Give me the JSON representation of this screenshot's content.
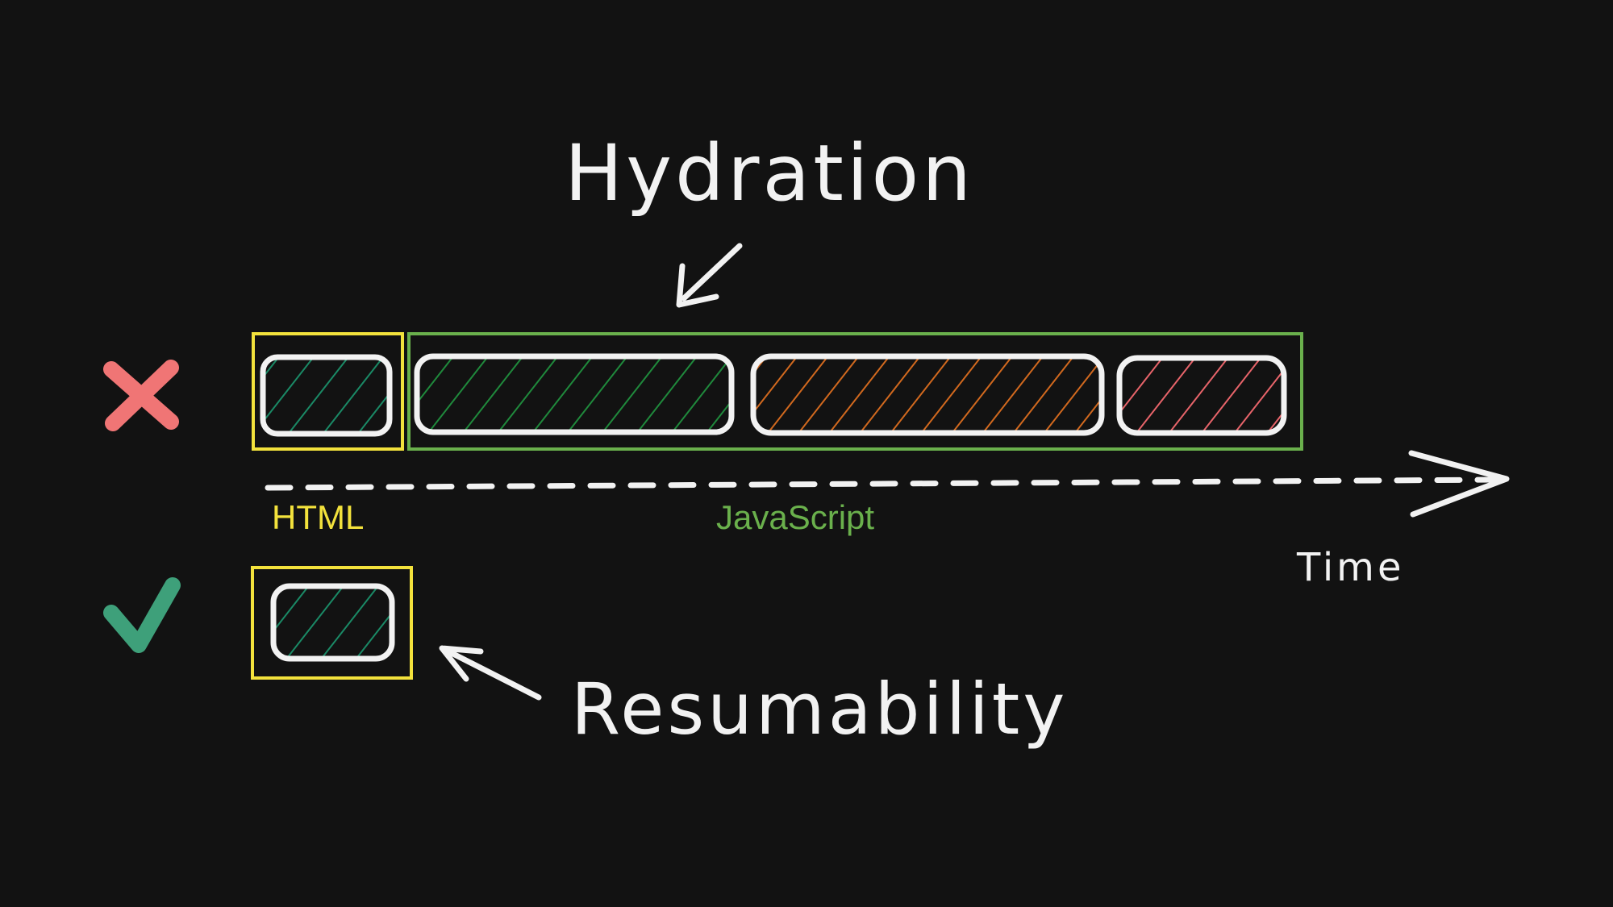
{
  "title": "Hydration",
  "bottom_title": "Resumability",
  "time_label": "Time",
  "html_label": "HTML",
  "js_label": "JavaScript",
  "icons": {
    "cross": "cross-icon",
    "check": "check-icon"
  },
  "colors": {
    "background": "#121212",
    "html_frame": "#f3e23c",
    "js_frame": "#6ab04c",
    "chunk_green": "#1f8a4c",
    "chunk_teal": "#1a8a66",
    "chunk_orange": "#d2691e",
    "chunk_red": "#e8646a",
    "cross": "#f07575",
    "check": "#3ea07a",
    "ink": "#f2f2f2"
  }
}
